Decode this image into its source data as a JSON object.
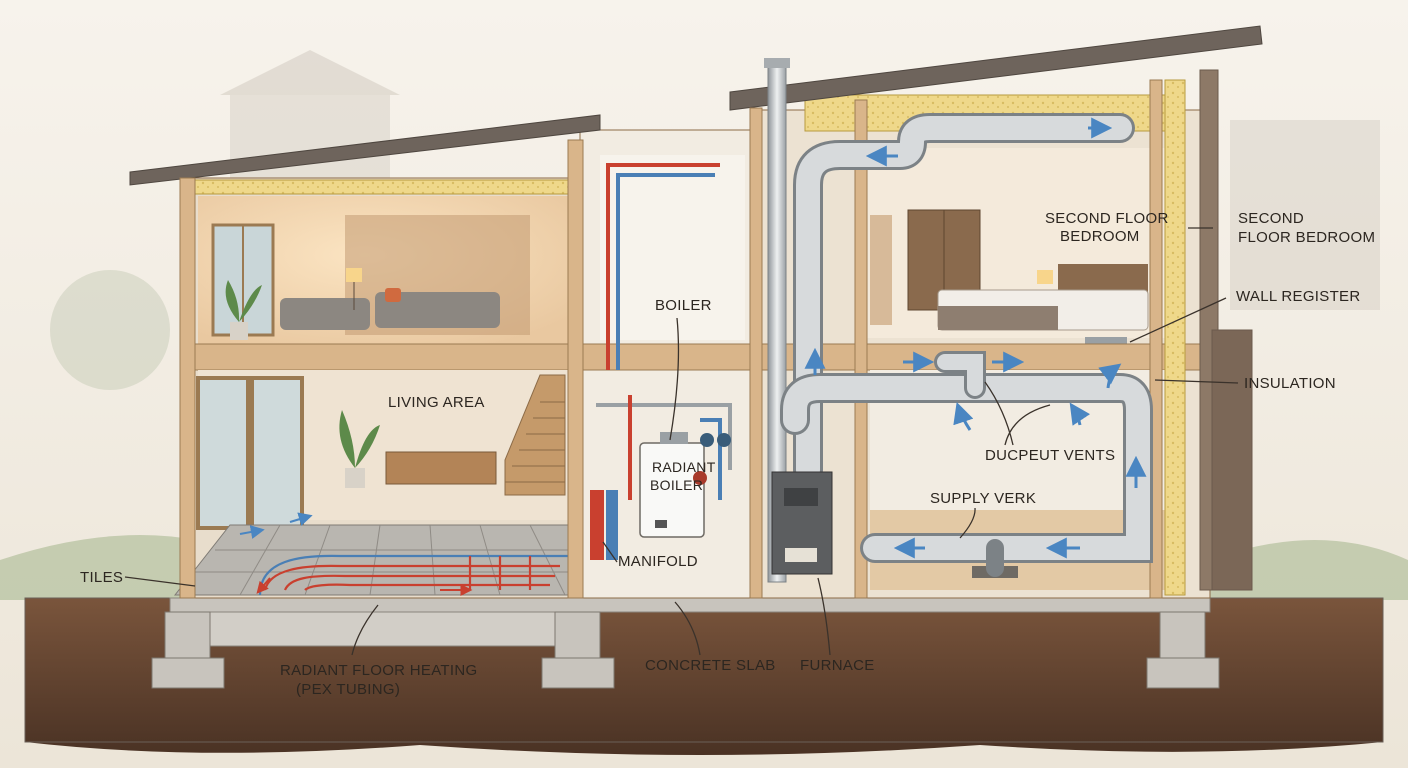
{
  "labels": {
    "second_floor_bedroom_room": [
      "SECOND FLOOR",
      "BEDROOM"
    ],
    "second_floor_bedroom_side": [
      "SECOND",
      "FLOOR BEDROOM"
    ],
    "wall_register": "WALL REGISTER",
    "insulation": "INSULATION",
    "boiler": "BOILER",
    "living_area": "LIVING AREA",
    "radiant_boiler": [
      "RADIANT",
      "BOILER"
    ],
    "ducpeut_vents": "DUCPEUT VENTS",
    "supply_verk": "SUPPLY VERK",
    "manifold": "MANIFOLD",
    "tiles": "TILES",
    "radiant_floor_heating": [
      "RADIANT FLOOR HEATING",
      "(PEX TUBING)"
    ],
    "concrete_slab": "CONCRETE SLAB",
    "furnace": "FURNACE"
  },
  "colors": {
    "wood": "#d9b58a",
    "wood_dark": "#b88c5d",
    "roof": "#6e645c",
    "duct": "#c9ccce",
    "hot_pipe": "#c9402f",
    "cold_pipe": "#4a7fb5",
    "airflow_arrow": "#4a86c2",
    "soil": "#6b4a35",
    "concrete": "#c8c4bd",
    "insulation": "#efd88a"
  }
}
